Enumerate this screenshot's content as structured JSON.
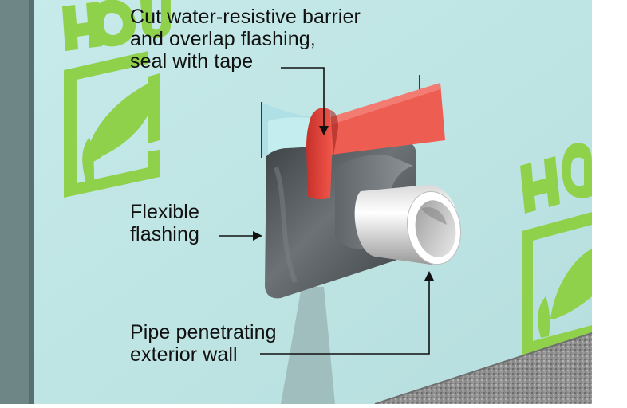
{
  "diagram": {
    "brand_text": "HOUSE",
    "callouts": {
      "barrier": {
        "lines": [
          "Cut water-resistive barrier",
          "and overlap flashing,",
          "seal with tape"
        ]
      },
      "flashing": {
        "lines": [
          "Flexible",
          "flashing"
        ]
      },
      "pipe": {
        "lines": [
          "Pipe penetrating",
          "exterior wall"
        ]
      }
    },
    "colors": {
      "wrap": "#bfe3e3",
      "brand_green": "#8fd14b",
      "flashing_dark": "#4a4f52",
      "tape_red": "#e8453a",
      "pipe_white": "#f2f2f2",
      "siding_edge": "#6e8686",
      "concrete": "#8c8c8c"
    }
  }
}
